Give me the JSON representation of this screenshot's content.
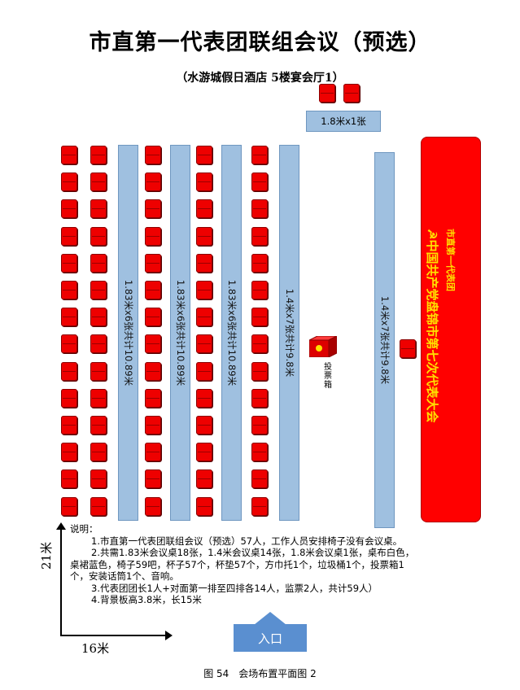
{
  "title": "市直第一代表团联组会议（预选）",
  "subtitle": "（水游城假日酒店 5楼宴会厅1）",
  "head_table": "1.8米x1张",
  "tables": [
    "1.83米x6张共计10.89米",
    "1.83米x6张共计10.89米",
    "1.83米x6张共计10.89米",
    "1.4米x7张共计9.8米",
    "1.4米x7张共计9.8米"
  ],
  "backdrop": {
    "main": "☭中国共产党盘锦市第七次代表大会",
    "sub": "市直第一代表团"
  },
  "ballot_box": "投票箱",
  "notes": [
    "说明：",
    "1.市直第一代表团联组会议（预选）57人，工作人员安排椅子没有会议桌。",
    "2.共需1.83米会议桌18张，1.4米会议桌14张，1.8米会议桌1张，桌布白色，桌裙蓝色，椅子59吧，杯子57个，杯垫57个，方巾托1个，垃圾桶1个，投票箱1个，安装话筒1个、音响。",
    "3.代表团团长1人+对面第一排至四排各14人，监票2人，共计59人）",
    "4.背景板高3.8米，长15米"
  ],
  "axis": {
    "y": "21米",
    "x": "16米"
  },
  "entrance": "入口",
  "caption": "图 54　会场布置平面图 2",
  "colors": {
    "chair": "#ee0000",
    "table": "#9fc0e0",
    "backdrop": "#ff0000",
    "banner_text": "#ffe000",
    "entrance": "#5a8fd0"
  }
}
